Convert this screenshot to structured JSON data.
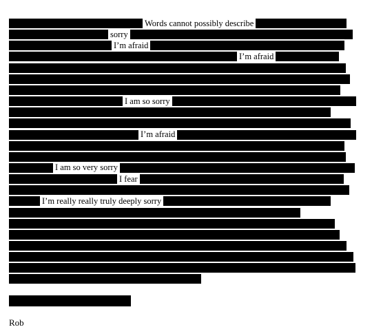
{
  "colors": {
    "redaction": "#000000",
    "page": "#ffffff",
    "text": "#000000"
  },
  "visible_words": [
    "Words cannot possibly describe",
    "sorry",
    "I’m afraid",
    "I’m afraid",
    "I am so sorry",
    "I’m afraid",
    "I am so very sorry",
    "I fear",
    "I’m really really truly deeply sorry"
  ],
  "signature": "Rob"
}
